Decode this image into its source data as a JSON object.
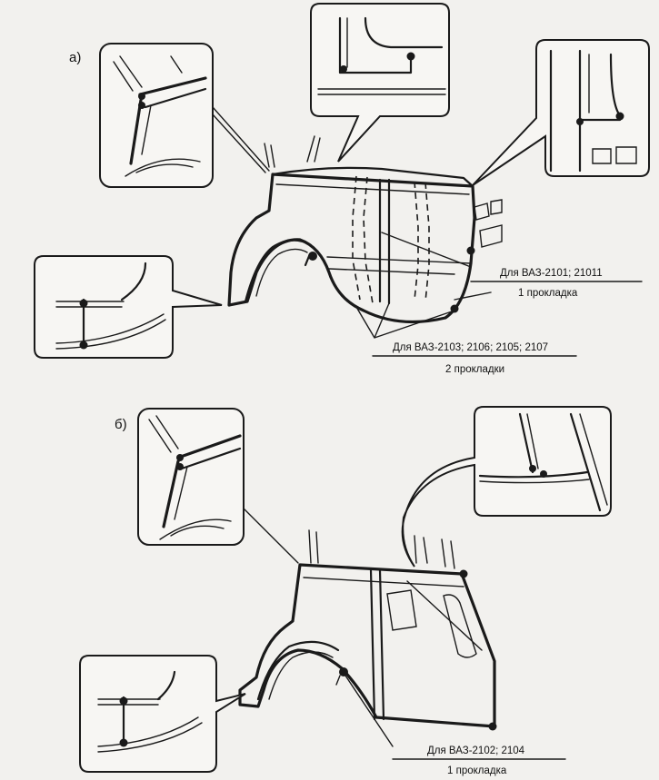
{
  "figure_a": {
    "tag": "а)",
    "label_1_title": "Для ВАЗ-2101; 21011",
    "label_1_sub": "1 прокладка",
    "label_2_title": "Для ВАЗ-2103; 2106; 2105; 2107",
    "label_2_sub": "2 прокладки"
  },
  "figure_b": {
    "tag": "б)",
    "label_title": "Для ВАЗ-2102; 2104",
    "label_sub": "1 прокладка"
  }
}
